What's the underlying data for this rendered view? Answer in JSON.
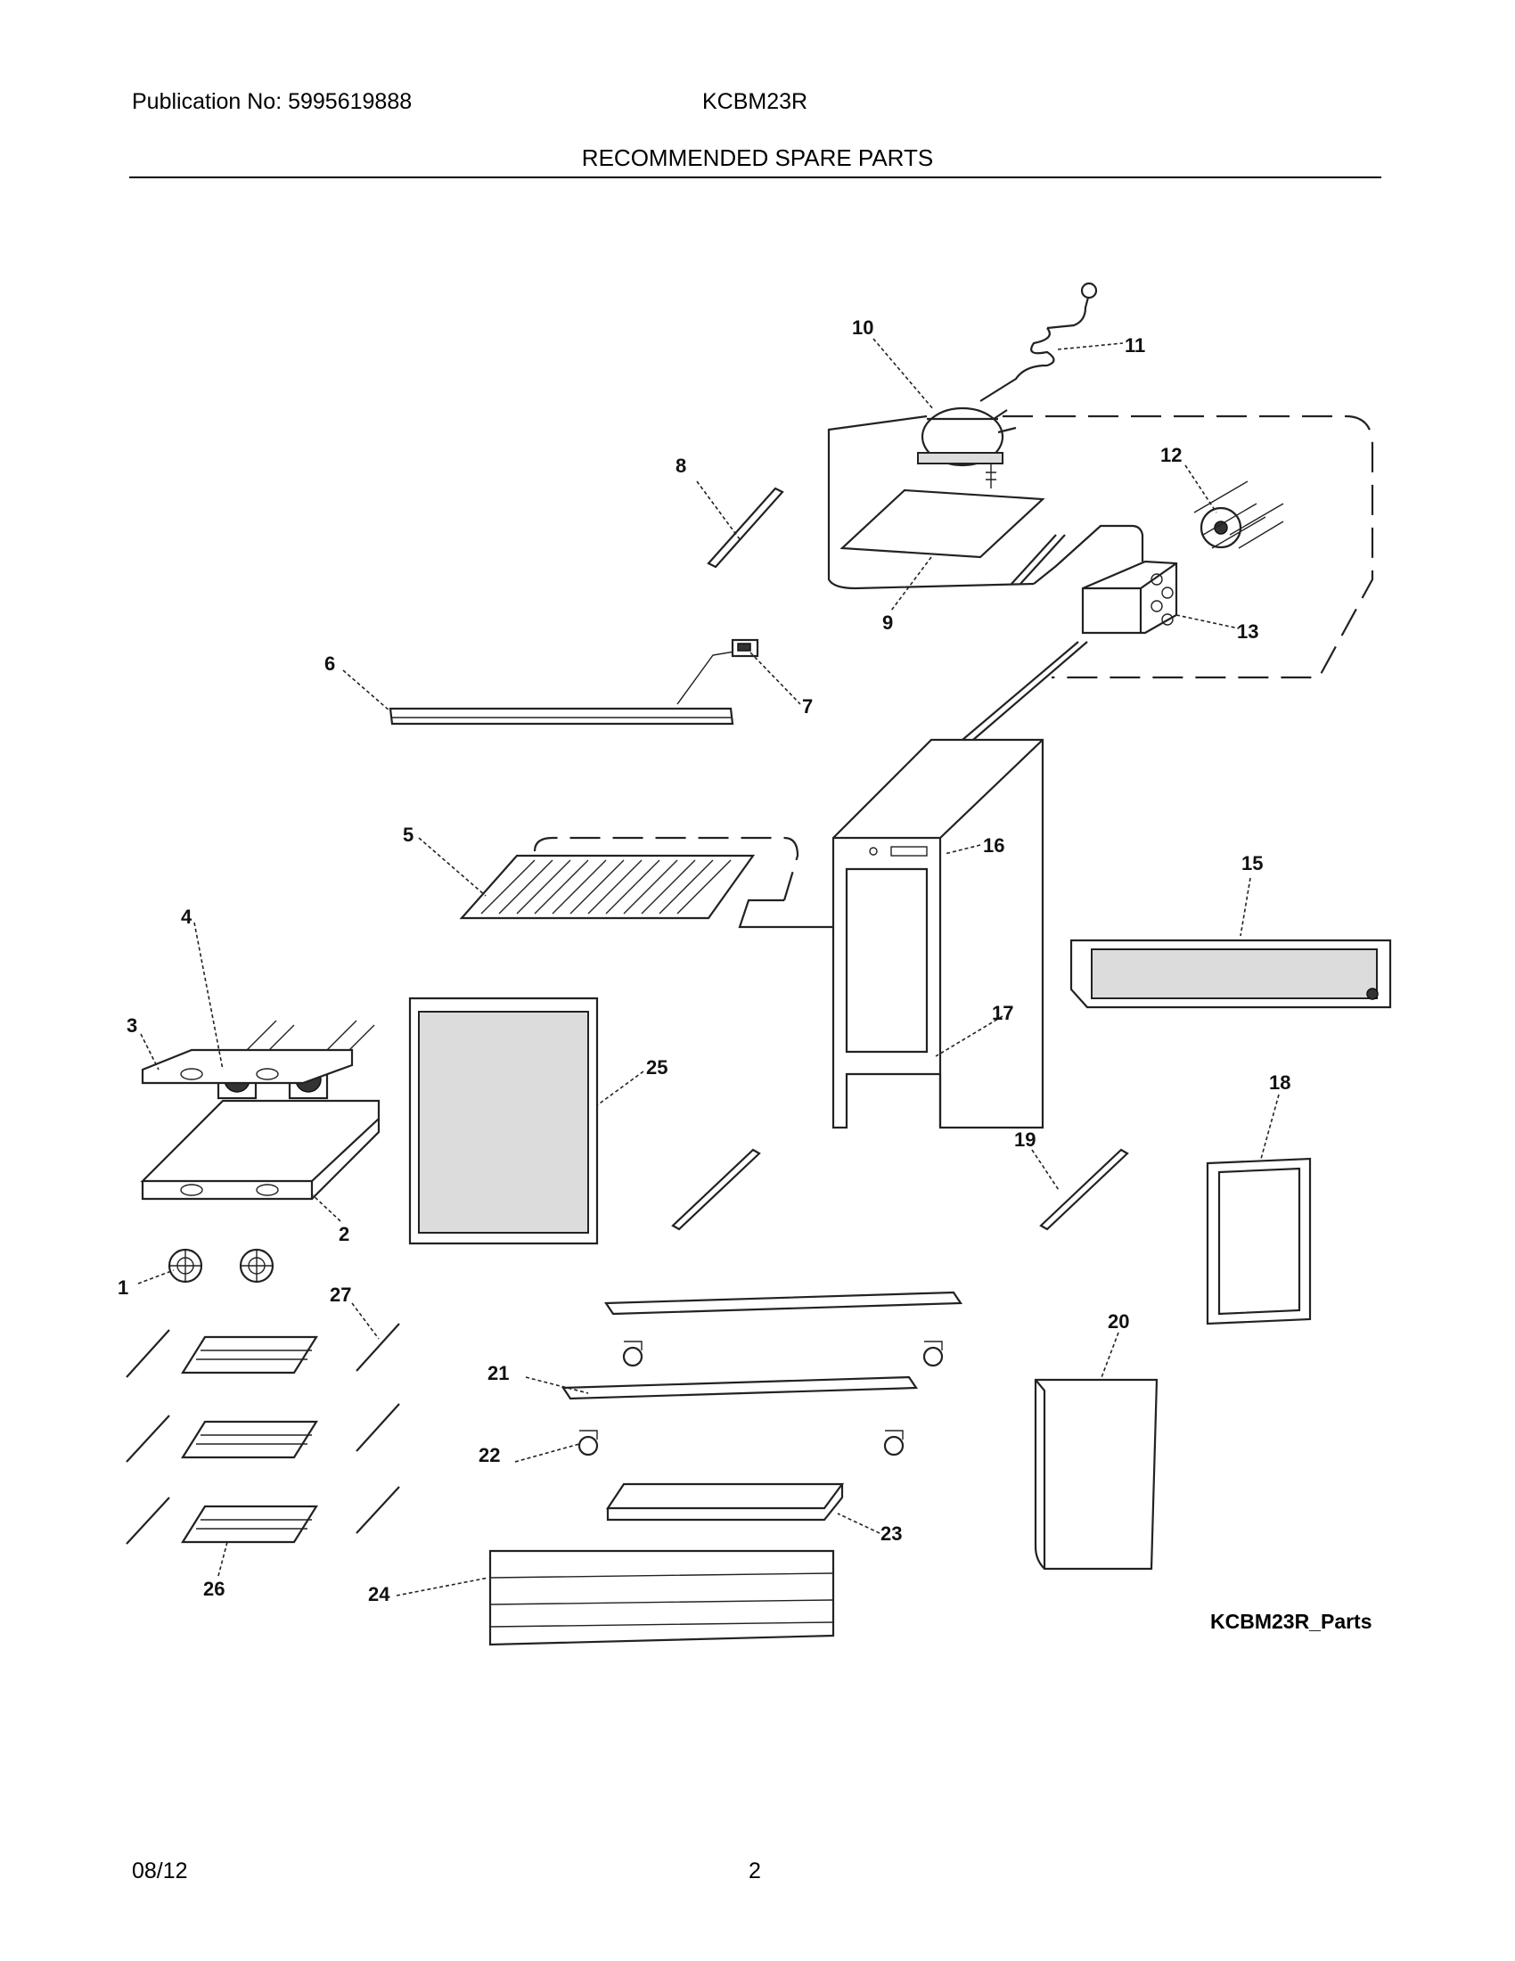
{
  "header": {
    "publication": "Publication No: 5995619888",
    "model": "KCBM23R",
    "title": "RECOMMENDED SPARE PARTS"
  },
  "diagram": {
    "callouts": [
      "1",
      "2",
      "3",
      "4",
      "5",
      "6",
      "7",
      "8",
      "9",
      "10",
      "11",
      "12",
      "13",
      "15",
      "16",
      "17",
      "18",
      "19",
      "20",
      "21",
      "22",
      "23",
      "24",
      "25",
      "26",
      "27"
    ],
    "reference": "KCBM23R_Parts"
  },
  "footer": {
    "date": "08/12",
    "page": "2"
  }
}
